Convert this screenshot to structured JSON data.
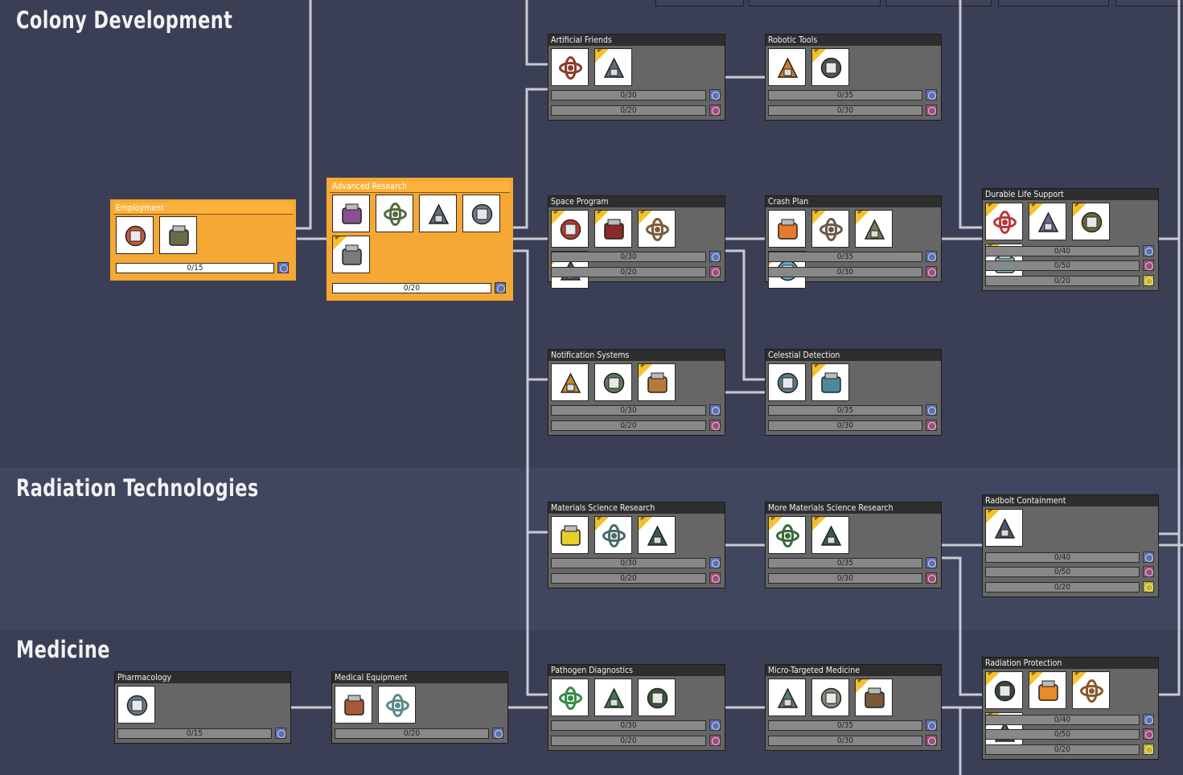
{
  "categories": [
    {
      "id": "colony",
      "label": "Colony Development"
    },
    {
      "id": "radiation",
      "label": "Radiation Technologies"
    },
    {
      "id": "medicine",
      "label": "Medicine"
    }
  ],
  "colors": {
    "selected": "#f5a833",
    "card": "#666666",
    "background": "#3b3f55",
    "line": "#c9cbd2"
  },
  "nodes": [
    {
      "id": "employment",
      "title": "Employment",
      "selected": true,
      "icons": [
        {
          "name": "chef-robot-icon",
          "color": "#c75a3a",
          "new": false
        },
        {
          "name": "workbench-icon",
          "color": "#6b6b4a",
          "new": false
        }
      ],
      "bars": [
        {
          "text": "0/15",
          "badge": "blue"
        }
      ]
    },
    {
      "id": "advanced-research",
      "title": "Advanced Research",
      "selected": true,
      "icons": [
        {
          "name": "atom-research-icon",
          "color": "#8c4f8e",
          "new": false
        },
        {
          "name": "research-station-icon",
          "color": "#556b3f",
          "new": false
        },
        {
          "name": "telescope-tools-icon",
          "color": "#5a6e7a",
          "new": false
        },
        {
          "name": "satellite-dish-icon",
          "color": "#6f7d8a",
          "new": false
        },
        {
          "name": "teleporter-arch-icon",
          "color": "#7a7a7a",
          "new": true
        }
      ],
      "bars": [
        {
          "text": "0/20",
          "badge": "blue"
        }
      ]
    },
    {
      "id": "artificial-friends",
      "title": "Artificial Friends",
      "selected": false,
      "icons": [
        {
          "name": "robot-backpack-icon",
          "color": "#8a3d2c",
          "new": false
        },
        {
          "name": "control-console-icon",
          "color": "#5a6f7a",
          "new": true
        }
      ],
      "bars": [
        {
          "text": "0/30",
          "badge": "blue"
        },
        {
          "text": "0/20",
          "badge": "pink"
        }
      ]
    },
    {
      "id": "robotic-tools",
      "title": "Robotic Tools",
      "selected": false,
      "icons": [
        {
          "name": "robot-arm-icon",
          "color": "#d07a2a",
          "new": false
        },
        {
          "name": "fabricator-icon",
          "color": "#4f5a4a",
          "new": true
        }
      ],
      "bars": [
        {
          "text": "0/35",
          "badge": "blue"
        },
        {
          "text": "0/30",
          "badge": "pink"
        }
      ]
    },
    {
      "id": "space-program",
      "title": "Space Program",
      "selected": false,
      "icons": [
        {
          "name": "launch-pad-icon",
          "color": "#c23a2e",
          "new": true
        },
        {
          "name": "rocket-nose-icon",
          "color": "#8a2a2a",
          "new": true
        },
        {
          "name": "cargo-module-icon",
          "color": "#7a5a3a",
          "new": true
        },
        {
          "name": "habitat-module-icon",
          "color": "#4a5a7a",
          "new": true
        }
      ],
      "bars": [
        {
          "text": "0/30",
          "badge": "blue"
        },
        {
          "text": "0/20",
          "badge": "pink"
        }
      ]
    },
    {
      "id": "crash-plan",
      "title": "Crash Plan",
      "selected": false,
      "icons": [
        {
          "name": "orange-atom-icon",
          "color": "#e67a2a",
          "new": false
        },
        {
          "name": "scanner-module-icon",
          "color": "#6a5a4a",
          "new": true
        },
        {
          "name": "generator-icon",
          "color": "#7a7a5a",
          "new": true
        },
        {
          "name": "glass-dome-icon",
          "color": "#5ab0c8",
          "new": true
        }
      ],
      "bars": [
        {
          "text": "0/35",
          "badge": "blue"
        },
        {
          "text": "0/30",
          "badge": "pink"
        }
      ]
    },
    {
      "id": "durable-life-support",
      "title": "Durable Life Support",
      "selected": false,
      "icons": [
        {
          "name": "cockpit-module-icon",
          "color": "#b83a3a",
          "new": true
        },
        {
          "name": "bunk-module-icon",
          "color": "#6a6a8a",
          "new": true
        },
        {
          "name": "oxygen-module-icon",
          "color": "#6a6a3a",
          "new": true
        },
        {
          "name": "window-tile-icon",
          "color": "#8ad0e0",
          "new": true
        }
      ],
      "bars": [
        {
          "text": "0/40",
          "badge": "blue"
        },
        {
          "text": "0/50",
          "badge": "pink"
        },
        {
          "text": "0/20",
          "badge": "yellow"
        }
      ]
    },
    {
      "id": "notification-systems",
      "title": "Notification Systems",
      "selected": false,
      "icons": [
        {
          "name": "signal-switch-icon",
          "color": "#c98a2a",
          "new": false
        },
        {
          "name": "alarm-speaker-icon",
          "color": "#5a7a5a",
          "new": false
        },
        {
          "name": "sensor-box-icon",
          "color": "#b87a3a",
          "new": true
        }
      ],
      "bars": [
        {
          "text": "0/30",
          "badge": "blue"
        },
        {
          "text": "0/20",
          "badge": "pink"
        }
      ]
    },
    {
      "id": "celestial-detection",
      "title": "Celestial Detection",
      "selected": false,
      "icons": [
        {
          "name": "radar-dish-icon",
          "color": "#5a7a8a",
          "new": false
        },
        {
          "name": "observatory-icon",
          "color": "#4a8a9a",
          "new": true
        }
      ],
      "bars": [
        {
          "text": "0/35",
          "badge": "blue"
        },
        {
          "text": "0/30",
          "badge": "pink"
        }
      ]
    },
    {
      "id": "materials-science-research",
      "title": "Materials Science Research",
      "selected": false,
      "icons": [
        {
          "name": "yellow-atom-icon",
          "color": "#e6d12a",
          "new": false
        },
        {
          "name": "material-analyzer-icon",
          "color": "#4a6a6a",
          "new": true
        },
        {
          "name": "particle-collector-icon",
          "color": "#3a5a4a",
          "new": true
        }
      ],
      "bars": [
        {
          "text": "0/30",
          "badge": "blue"
        },
        {
          "text": "0/20",
          "badge": "pink"
        }
      ]
    },
    {
      "id": "more-materials-science-research",
      "title": "More Materials Science Research",
      "selected": false,
      "icons": [
        {
          "name": "radbolt-generator-icon",
          "color": "#3a6a3a",
          "new": true
        },
        {
          "name": "radbolt-joint-icon",
          "color": "#3a5a4a",
          "new": true
        }
      ],
      "bars": [
        {
          "text": "0/35",
          "badge": "blue"
        },
        {
          "text": "0/30",
          "badge": "pink"
        }
      ]
    },
    {
      "id": "radbolt-containment",
      "title": "Radbolt Containment",
      "selected": false,
      "icons": [
        {
          "name": "radbolt-chamber-icon",
          "color": "#4a5a6a",
          "new": true
        }
      ],
      "bars": [
        {
          "text": "0/40",
          "badge": "blue"
        },
        {
          "text": "0/50",
          "badge": "pink"
        },
        {
          "text": "0/20",
          "badge": "yellow"
        }
      ]
    },
    {
      "id": "pharmacology",
      "title": "Pharmacology",
      "selected": false,
      "icons": [
        {
          "name": "apothecary-icon",
          "color": "#6a7a8a",
          "new": false
        }
      ],
      "bars": [
        {
          "text": "0/15",
          "badge": "blue"
        }
      ]
    },
    {
      "id": "medical-equipment",
      "title": "Medical Equipment",
      "selected": false,
      "icons": [
        {
          "name": "sick-bay-icon",
          "color": "#a85a3a",
          "new": false
        },
        {
          "name": "disease-sensor-icon",
          "color": "#5a8a8a",
          "new": false
        }
      ],
      "bars": [
        {
          "text": "0/20",
          "badge": "blue"
        }
      ]
    },
    {
      "id": "pathogen-diagnostics",
      "title": "Pathogen Diagnostics",
      "selected": false,
      "icons": [
        {
          "name": "germ-sensor-icon",
          "color": "#3a8a4a",
          "new": false
        },
        {
          "name": "clinic-icon",
          "color": "#3a7a4a",
          "new": false
        },
        {
          "name": "diagnostic-station-icon",
          "color": "#3a5a3a",
          "new": false
        }
      ],
      "bars": [
        {
          "text": "0/30",
          "badge": "blue"
        },
        {
          "text": "0/20",
          "badge": "pink"
        }
      ]
    },
    {
      "id": "micro-targeted-medicine",
      "title": "Micro-Targeted Medicine",
      "selected": false,
      "icons": [
        {
          "name": "advanced-doctor-icon",
          "color": "#5a7a7a",
          "new": false
        },
        {
          "name": "massage-table-icon",
          "color": "#8a8a7a",
          "new": false
        },
        {
          "name": "radiation-lab-icon",
          "color": "#7a5a3a",
          "new": true
        }
      ],
      "bars": [
        {
          "text": "0/35",
          "badge": "blue"
        },
        {
          "text": "0/30",
          "badge": "pink"
        }
      ]
    },
    {
      "id": "radiation-protection",
      "title": "Radiation Protection",
      "selected": false,
      "icons": [
        {
          "name": "lead-suit-icon",
          "color": "#3a4a3a",
          "new": true
        },
        {
          "name": "hazard-suit-icon",
          "color": "#e68a2a",
          "new": true
        },
        {
          "name": "hazard-locker-icon",
          "color": "#8a5a2a",
          "new": true
        },
        {
          "name": "radiation-gear-icon",
          "color": "#3a6a4a",
          "new": true
        }
      ],
      "bars": [
        {
          "text": "0/40",
          "badge": "blue"
        },
        {
          "text": "0/50",
          "badge": "pink"
        },
        {
          "text": "0/20",
          "badge": "yellow"
        }
      ]
    }
  ]
}
